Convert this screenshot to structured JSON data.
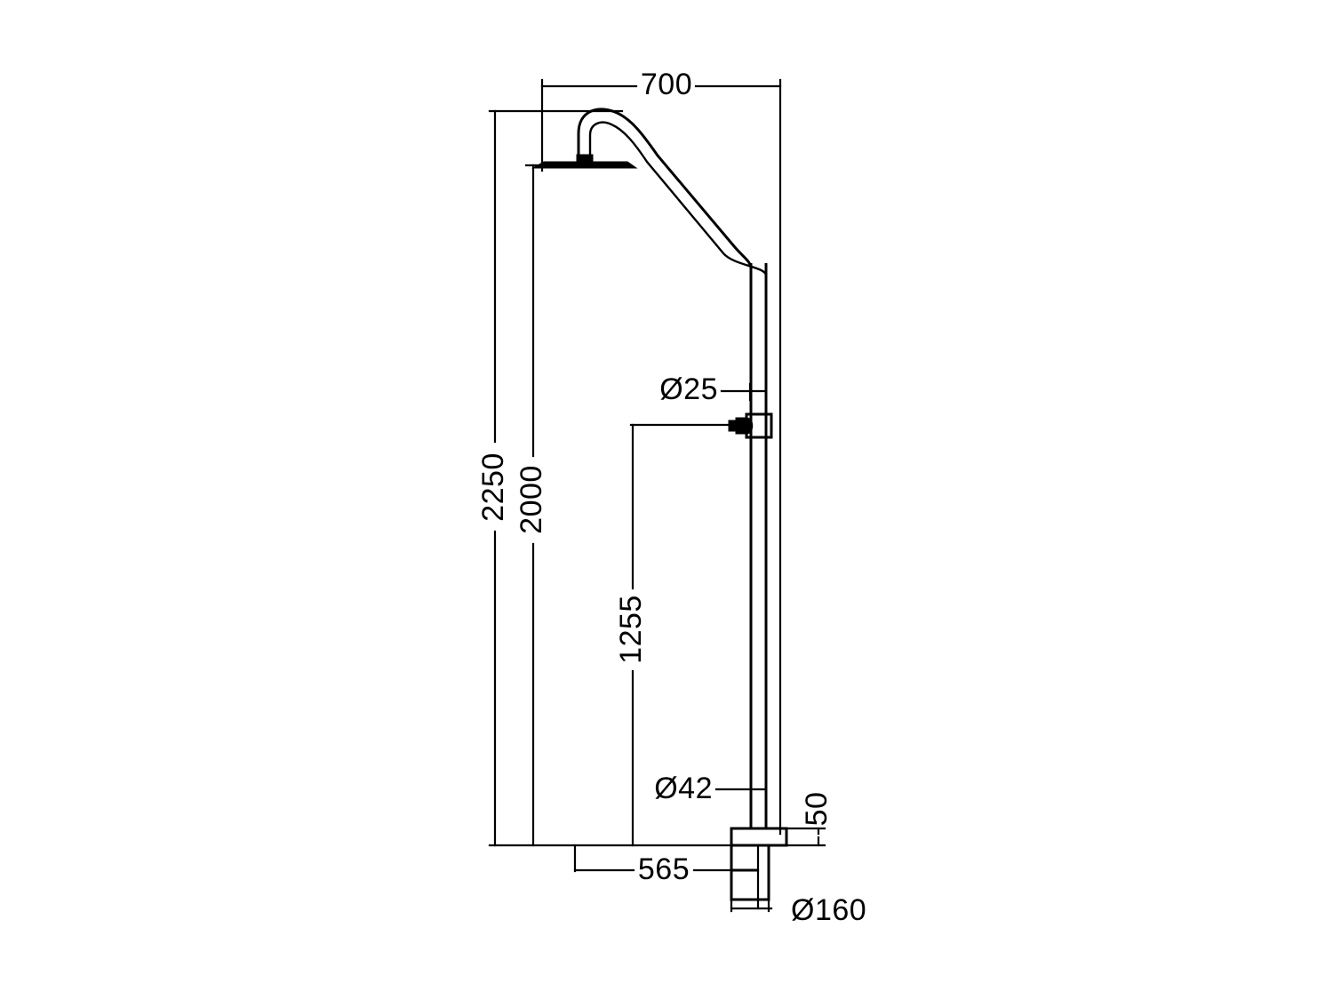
{
  "drawing": {
    "title": "Outdoor shower column technical drawing",
    "units": "mm",
    "line_color": "#000000",
    "background_color": "#ffffff"
  },
  "dimensions": {
    "overall_reach": {
      "label": "700",
      "orientation": "horizontal",
      "description": "Horizontal distance from shower head centre to column centre"
    },
    "overall_height": {
      "label": "2250",
      "orientation": "vertical",
      "description": "Total height from base to top of gooseneck"
    },
    "head_height": {
      "label": "2000",
      "orientation": "vertical",
      "description": "Height from base to shower head"
    },
    "valve_height": {
      "label": "1255",
      "orientation": "vertical",
      "description": "Height from base to mixer valve centre"
    },
    "base_offset": {
      "label": "565",
      "orientation": "horizontal",
      "description": "Horizontal offset from left datum to column centre"
    },
    "base_thickness": {
      "label": "50",
      "orientation": "vertical",
      "description": "Base plate thickness"
    },
    "spray_arm_diameter": {
      "label": "Ø25",
      "orientation": "leader",
      "description": "Spray arm tube diameter"
    },
    "column_diameter": {
      "label": "Ø42",
      "orientation": "leader",
      "description": "Main column tube diameter"
    },
    "base_diameter": {
      "label": "Ø160",
      "orientation": "horizontal",
      "description": "Base plate diameter"
    }
  },
  "parts": {
    "shower_head": "shower-head-disc",
    "gooseneck": "gooseneck-arm",
    "column": "vertical-column",
    "valve": "mixer-valve-handle",
    "base_plate": "base-plate"
  }
}
